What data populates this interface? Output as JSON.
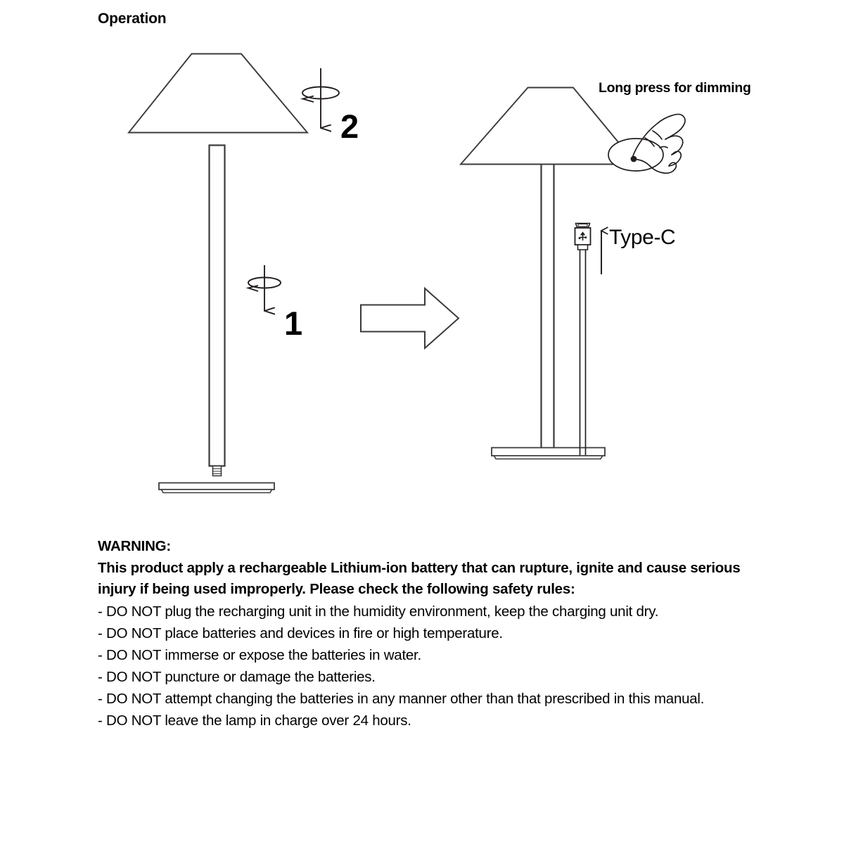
{
  "page": {
    "title": "Operation",
    "background_color": "#ffffff",
    "ink_color": "#231f20"
  },
  "diagram": {
    "left_lamp": {
      "name": "disassembled-lamp",
      "description": "Lamp shade with pole detached from round base",
      "step_labels": [
        {
          "id": "step-2",
          "text": "2",
          "meaning": "rotate shade onto pole"
        },
        {
          "id": "step-1",
          "text": "1",
          "meaning": "screw pole into base"
        }
      ]
    },
    "transition_arrow": {
      "name": "assembly-arrow",
      "direction": "right"
    },
    "right_lamp": {
      "name": "assembled-lamp",
      "description": "Fully assembled lamp on base with touch switch",
      "callouts": [
        {
          "id": "dimming-note",
          "text": "Long press for dimming"
        },
        {
          "id": "typec-note",
          "text": "Type-C"
        }
      ]
    }
  },
  "warning": {
    "heading": "WARNING:",
    "intro": "This product apply a rechargeable Lithium-ion battery that can rupture, ignite and cause serious injury if being used improperly. Please check the following safety rules:",
    "rules": [
      "- DO NOT plug the recharging unit in the humidity environment, keep the charging unit dry.",
      "- DO NOT place batteries and devices in fire or high temperature.",
      "- DO NOT immerse or expose the batteries in water.",
      "- DO NOT puncture or damage the batteries.",
      "- DO NOT attempt changing the batteries in any manner other than that prescribed in this manual.",
      "- DO NOT leave the lamp in charge over 24 hours."
    ]
  }
}
